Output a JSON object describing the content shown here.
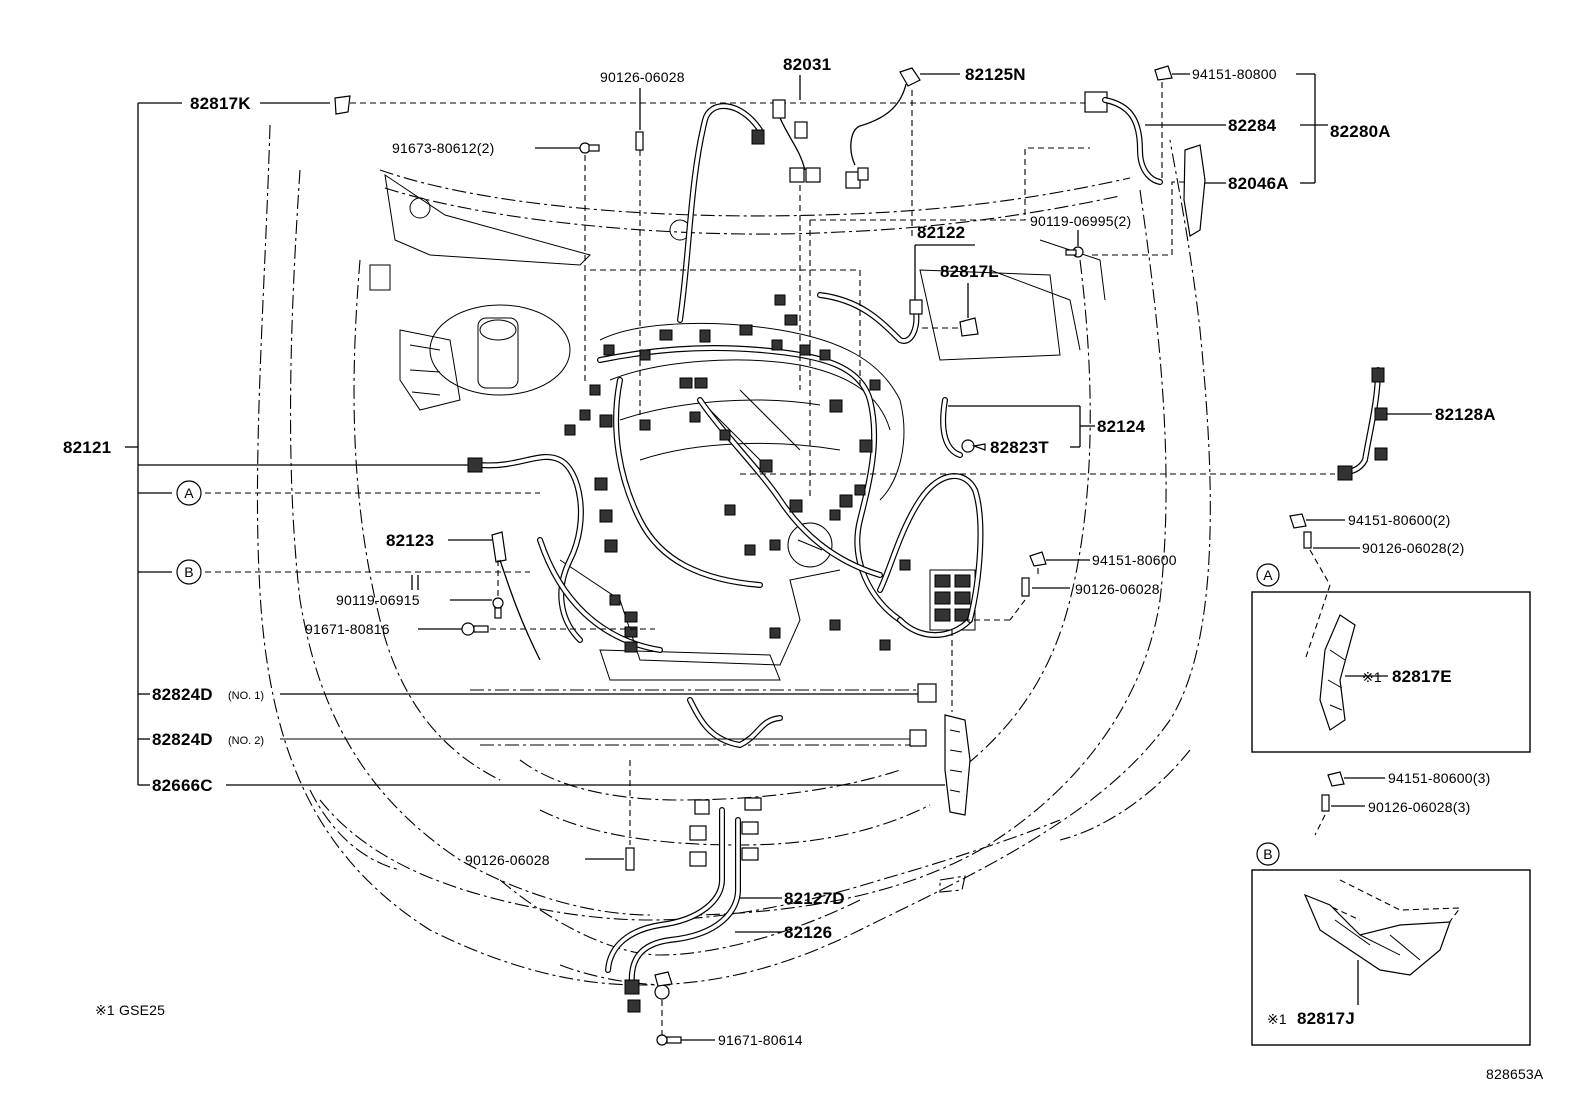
{
  "labels": {
    "p82817K": "82817K",
    "p90126_06028_top": "90126-06028",
    "p82031": "82031",
    "p82125N": "82125N",
    "p94151_80800": "94151-80800",
    "p82284": "82284",
    "p82280A": "82280A",
    "p82046A": "82046A",
    "p91673_80612": "91673-80612(2)",
    "p90119_06995": "90119-06995(2)",
    "p82122": "82122",
    "p82817L": "82817L",
    "p82121": "82121",
    "p82124": "82124",
    "p82823T": "82823T",
    "p82128A": "82128A",
    "p94151_80600_2": "94151-80600(2)",
    "p90126_06028_2": "90126-06028(2)",
    "p82123": "82123",
    "p94151_80600": "94151-80600",
    "p90126_06028_mid": "90126-06028",
    "p90119_06915": "90119-06915",
    "p91671_80816": "91671-80816",
    "p82817E": "82817E",
    "p82824D_1": "82824D",
    "no1": "(NO. 1)",
    "p82824D_2": "82824D",
    "no2": "(NO. 2)",
    "p82666C": "82666C",
    "p94151_80600_3": "94151-80600(3)",
    "p90126_06028_3": "90126-06028(3)",
    "p90126_06028_bot": "90126-06028",
    "p82127D": "82127D",
    "p82126": "82126",
    "p82817J": "82817J",
    "p91671_80614": "91671-80614",
    "mark1": "※1",
    "footnote": "※1 GSE25",
    "diagram_id": "828653A"
  },
  "callouts": {
    "A": "A",
    "B": "B"
  }
}
